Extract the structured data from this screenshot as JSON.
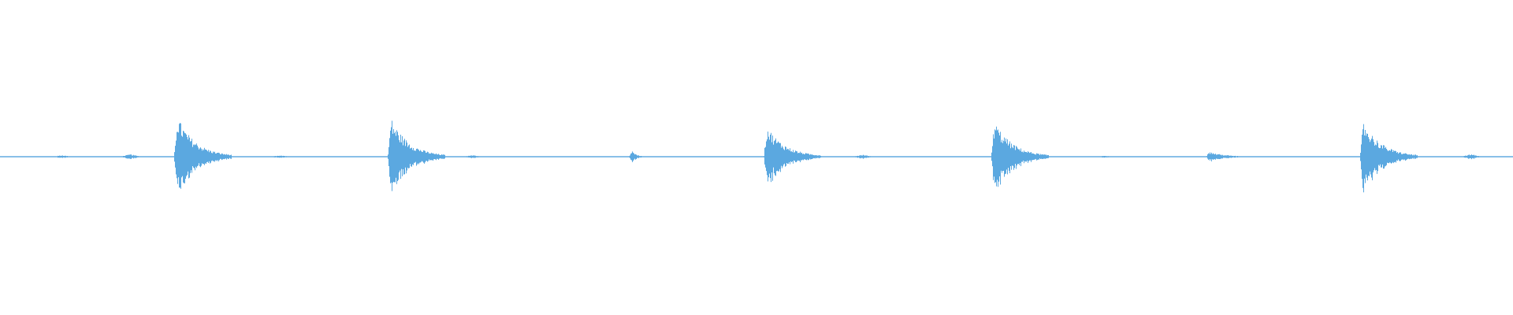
{
  "waveform": {
    "color": "#5ba8e0",
    "background": "#ffffff",
    "transients": [
      {
        "position": 0.1169,
        "amplitude": 0.82,
        "decay": 0.012
      },
      {
        "position": 0.2582,
        "amplitude": 0.78,
        "decay": 0.012
      },
      {
        "position": 0.4175,
        "amplitude": 0.12,
        "decay": 0.003
      },
      {
        "position": 0.5067,
        "amplitude": 0.62,
        "decay": 0.012
      },
      {
        "position": 0.657,
        "amplitude": 0.72,
        "decay": 0.012
      },
      {
        "position": 0.799,
        "amplitude": 0.1,
        "decay": 0.01
      },
      {
        "position": 0.9008,
        "amplitude": 0.72,
        "decay": 0.012
      }
    ],
    "minor_events": [
      {
        "position": 0.0408,
        "amplitude": 0.03
      },
      {
        "position": 0.086,
        "amplitude": 0.05
      },
      {
        "position": 0.185,
        "amplitude": 0.03
      },
      {
        "position": 0.312,
        "amplitude": 0.03
      },
      {
        "position": 0.57,
        "amplitude": 0.04
      },
      {
        "position": 0.73,
        "amplitude": 0.02
      },
      {
        "position": 0.972,
        "amplitude": 0.05
      }
    ]
  }
}
